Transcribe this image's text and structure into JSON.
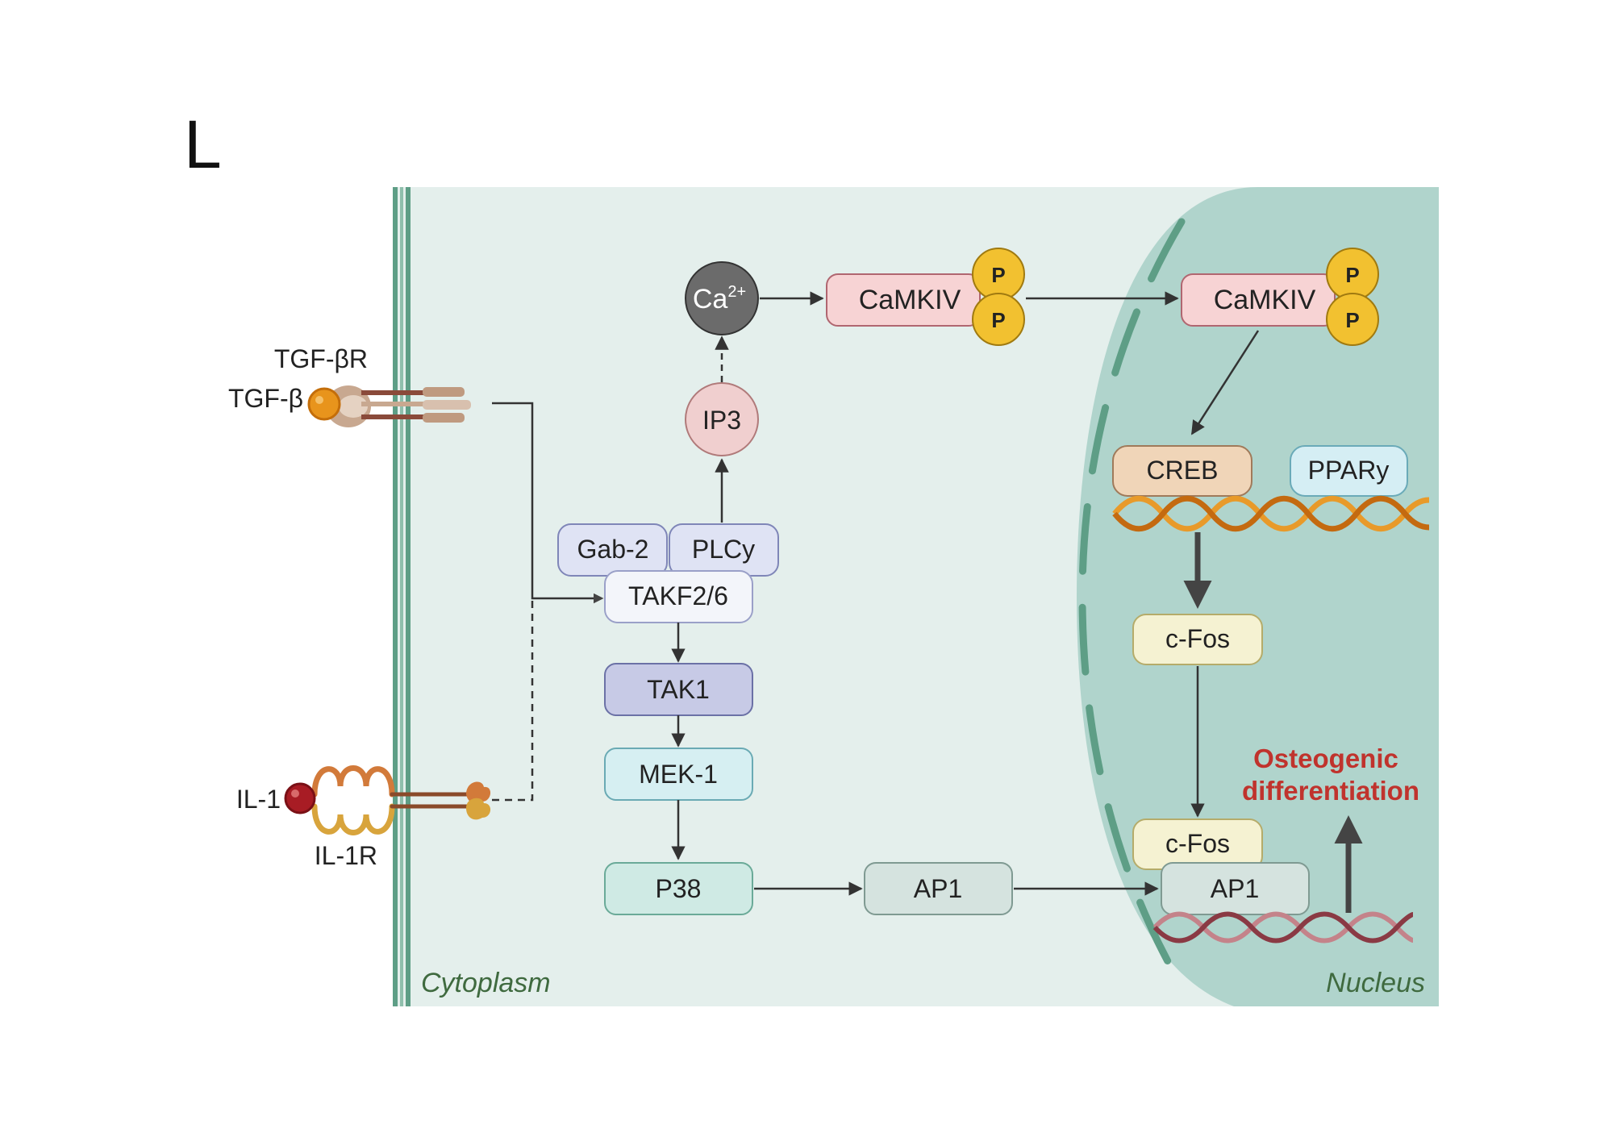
{
  "panel_label": "L",
  "receptors": {
    "tgfb_receptor": "TGF-βR",
    "tgfb_ligand": "TGF-β",
    "il1_ligand": "IL-1",
    "il1_receptor": "IL-1R"
  },
  "nodes": {
    "ca_base": "Ca",
    "ca_sup": "2+",
    "camkiv_cyto": "CaMKIV",
    "camkiv_nuc": "CaMKIV",
    "phospho": "P",
    "ip3": "IP3",
    "gab2": "Gab-2",
    "plcy": "PLCy",
    "takf": "TAKF2/6",
    "tak1": "TAK1",
    "mek1": "MEK-1",
    "p38": "P38",
    "ap1_cyto": "AP1",
    "ap1_nuc": "AP1",
    "creb": "CREB",
    "ppary": "PPARy",
    "cfos_upper": "c-Fos",
    "cfos_lower": "c-Fos"
  },
  "outcome": {
    "line1": "Osteogenic",
    "line2": "differentiation"
  },
  "regions": {
    "cytoplasm": "Cytoplasm",
    "nucleus": "Nucleus"
  },
  "colors": {
    "cytoplasm_bg": "#e4efec",
    "nucleus_bg": "#b0d4cc",
    "membrane": "#5e9e86",
    "outcome_text": "#c0332d",
    "region_text": "#3f6a3f",
    "phospho": "#f2c130"
  }
}
